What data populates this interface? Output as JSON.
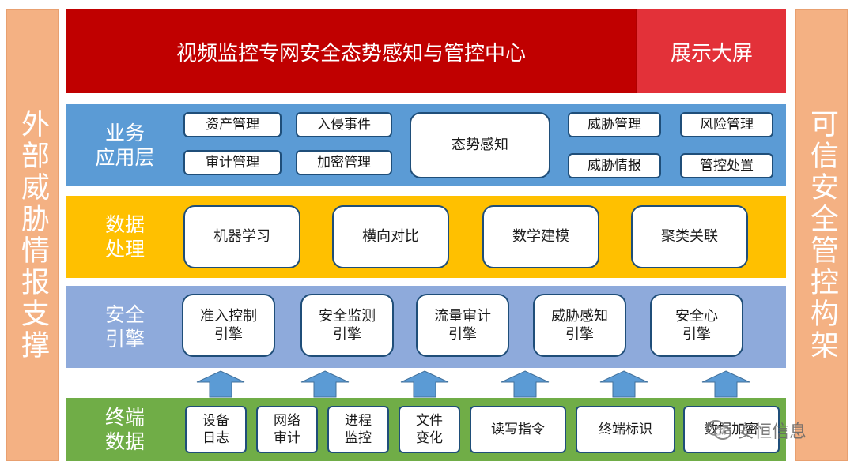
{
  "side": {
    "left": "外部威胁情报支撑",
    "right": "可信安全管控构架"
  },
  "title": {
    "main": "视频监控专网安全态势感知与管控中心",
    "screen": "展示大屏"
  },
  "layers": {
    "app": {
      "label": [
        "业务",
        "应用层"
      ],
      "items": [
        "资产管理",
        "入侵事件",
        "审计管理",
        "加密管理",
        "态势感知",
        "威胁管理",
        "风险管理",
        "威胁情报",
        "管控处置"
      ]
    },
    "data": {
      "label": [
        "数据",
        "处理"
      ],
      "items": [
        "机器学习",
        "横向对比",
        "数学建模",
        "聚类关联"
      ]
    },
    "engine": {
      "label": [
        "安全",
        "引擎"
      ],
      "items": [
        [
          "准入控制",
          "引擎"
        ],
        [
          "安全监测",
          "引擎"
        ],
        [
          "流量审计",
          "引擎"
        ],
        [
          "威胁感知",
          "引擎"
        ],
        [
          "安全心",
          "引擎"
        ]
      ]
    },
    "terminal": {
      "label": [
        "终端",
        "数据"
      ],
      "items": [
        [
          "设备",
          "日志"
        ],
        [
          "网络",
          "审计"
        ],
        [
          "进程",
          "监控"
        ],
        [
          "文件",
          "变化"
        ],
        [
          "读写指令"
        ],
        [
          "终端标识"
        ],
        [
          "数据加密"
        ]
      ]
    }
  },
  "watermark": "安恒信息",
  "colors": {
    "title_bg": "#c00000",
    "screen_bg": "#e33139",
    "side_bg": "#f4b183",
    "app_bg": "#5b9bd5",
    "data_bg": "#ffc000",
    "engine_bg": "#8eaadb",
    "terminal_bg": "#70ad47",
    "arrow": "#5b9bd5",
    "box_border": "#1f4e79"
  }
}
